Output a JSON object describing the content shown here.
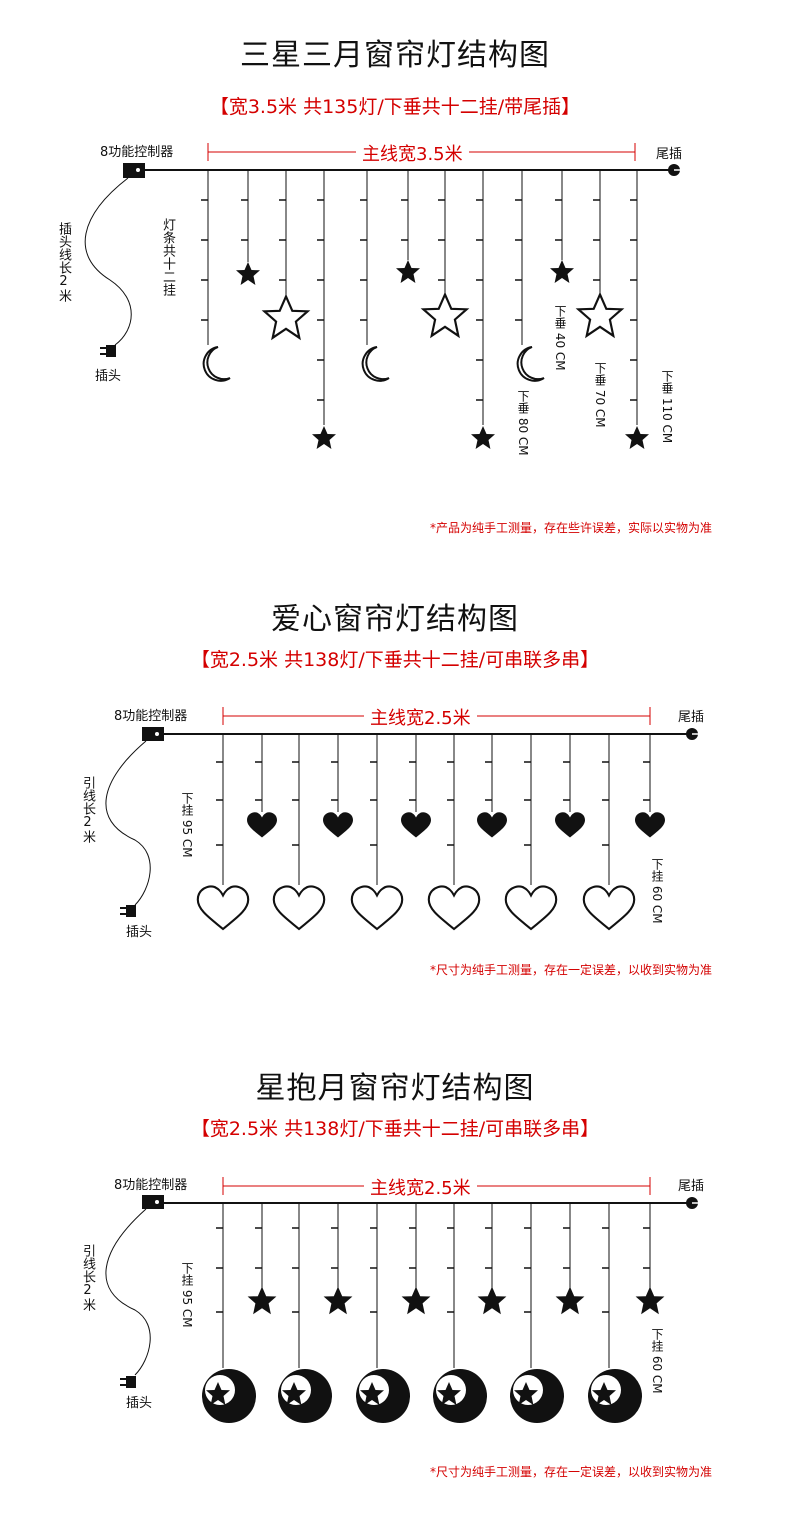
{
  "s1": {
    "title": "三星三月窗帘灯结构图",
    "subtitle": "【宽3.5米 共135灯/下垂共十二挂/带尾插】",
    "controller": "8功能控制器",
    "tail_plug": "尾插",
    "main_width": "主线宽3.5米",
    "plug": "插头",
    "cord": "插头线长2米",
    "strands": "灯条共十二挂",
    "drop_40": "下垂 40 CM",
    "drop_70": "下垂 70 CM",
    "drop_80": "下垂 80 CM",
    "drop_110": "下垂 110 CM",
    "note": "*产品为纯手工测量，存在些许误差，实际以实物为准"
  },
  "s2": {
    "title": "爱心窗帘灯结构图",
    "subtitle": "【宽2.5米 共138灯/下垂共十二挂/可串联多串】",
    "controller": "8功能控制器",
    "tail_plug": "尾插",
    "main_width": "主线宽2.5米",
    "plug": "插头",
    "cord": "引线长2米",
    "drop_95": "下挂 95 CM",
    "drop_60": "下挂 60 CM",
    "note": "*尺寸为纯手工测量，存在一定误差，以收到实物为准"
  },
  "s3": {
    "title": "星抱月窗帘灯结构图",
    "subtitle": "【宽2.5米 共138灯/下垂共十二挂/可串联多串】",
    "controller": "8功能控制器",
    "tail_plug": "尾插",
    "main_width": "主线宽2.5米",
    "plug": "插头",
    "cord": "引线长2米",
    "drop_95": "下挂 95 CM",
    "drop_60": "下挂 60 CM",
    "note": "*尺寸为纯手工测量，存在一定误差，以收到实物为准"
  }
}
